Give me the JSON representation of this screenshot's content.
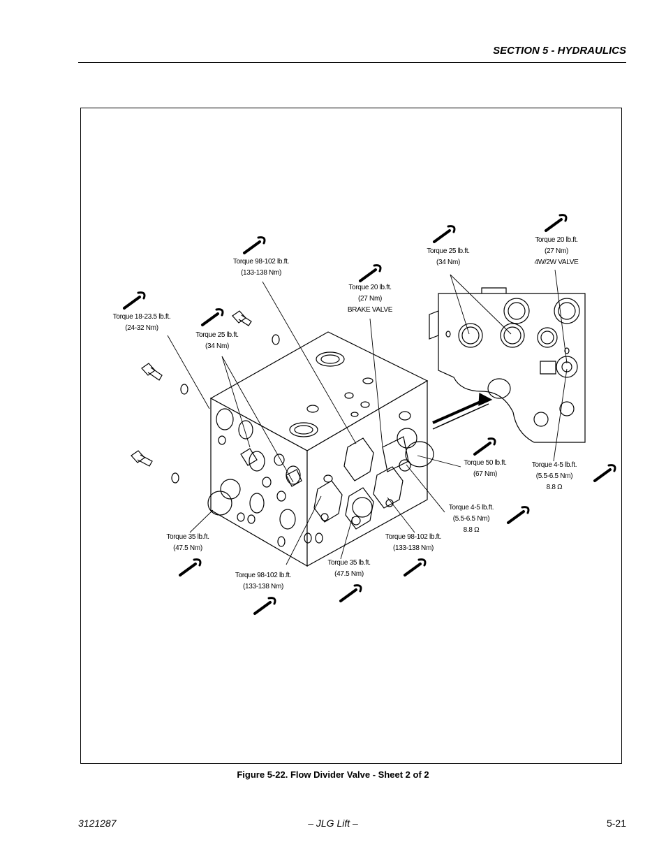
{
  "header": {
    "section_title": "SECTION 5 - HYDRAULICS"
  },
  "figure": {
    "caption": "Figure 5-22.  Flow Divider Valve - Sheet 2 of 2",
    "callouts": [
      {
        "lines": [
          "Torque 98-102 lb.ft.",
          "(133-138 Nm)"
        ]
      },
      {
        "lines": [
          "Torque 20 lb.ft.",
          "(27 Nm)",
          "BRAKE VALVE"
        ]
      },
      {
        "lines": [
          "Torque 25 lb.ft.",
          "(34 Nm)"
        ]
      },
      {
        "lines": [
          "Torque 20 lb.ft.",
          "(27 Nm)",
          "4W/2W VALVE"
        ]
      },
      {
        "lines": [
          "Torque 18-23.5 lb.ft.",
          "(24-32 Nm)"
        ]
      },
      {
        "lines": [
          "Torque 25 lb.ft.",
          "(34 Nm)"
        ]
      },
      {
        "lines": [
          "Torque 50 lb.ft.",
          "(67 Nm)"
        ]
      },
      {
        "lines": [
          "Torque 4-5 lb.ft.",
          "(5.5-6.5 Nm)",
          "8.8 Ω"
        ]
      },
      {
        "lines": [
          "Torque 4-5 lb.ft.",
          "(5.5-6.5 Nm)",
          "8.8 Ω"
        ]
      },
      {
        "lines": [
          "Torque 35 lb.ft.",
          "(47.5 Nm)"
        ]
      },
      {
        "lines": [
          "Torque 98-102 lb.ft.",
          "(133-138 Nm)"
        ]
      },
      {
        "lines": [
          "Torque 35 lb.ft.",
          "(47.5 Nm)"
        ]
      },
      {
        "lines": [
          "Torque 98-102 lb.ft.",
          "(133-138 Nm)"
        ]
      }
    ]
  },
  "footer": {
    "doc_number": "3121287",
    "center": "– JLG Lift –",
    "page": "5-21"
  }
}
